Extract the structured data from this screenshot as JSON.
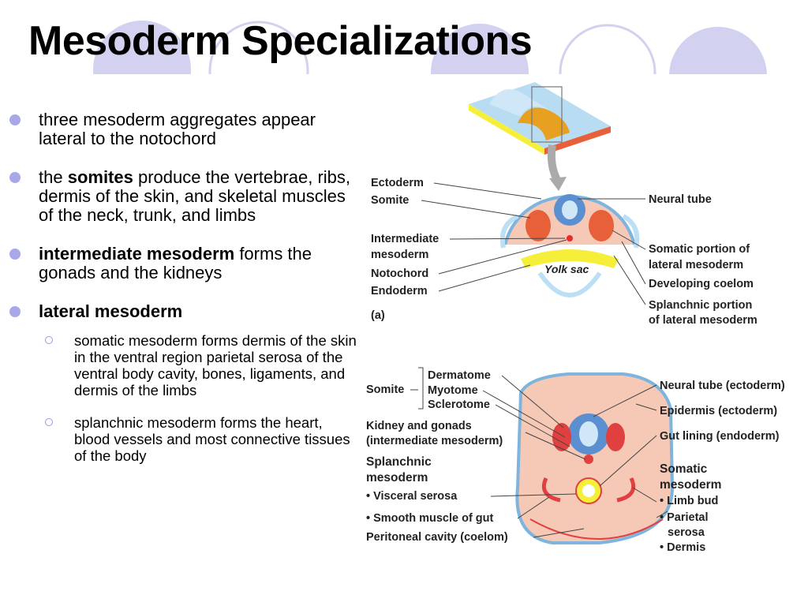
{
  "title": "Mesoderm Specializations",
  "colors": {
    "deco_circle": "#d2d2f0",
    "bullet": "#a8a8e8",
    "ectoderm": "#7fb4dc",
    "mesoderm": "#e8603a",
    "mesoderm_light": "#f6c9b6",
    "endoderm": "#f5ef3a",
    "neural_tube": "#5b8fd0"
  },
  "bullets": [
    {
      "text": "three mesoderm aggregates appear lateral to the notochord"
    },
    {
      "pre": "the ",
      "bold": "somites",
      "post": " produce the vertebrae, ribs, dermis of the skin, and skeletal muscles of the neck, trunk, and limbs"
    },
    {
      "bold": "intermediate mesoderm",
      "post": " forms the gonads and the kidneys"
    },
    {
      "bold": "lateral mesoderm",
      "sub": [
        "somatic mesoderm forms dermis of the skin in the ventral region parietal serosa of the ventral body cavity, bones, ligaments, and dermis of the limbs",
        "splanchnic mesoderm forms the heart, blood vessels and most connective tissues of the body"
      ]
    }
  ],
  "diagram_a": {
    "left_labels": [
      "Ectoderm",
      "Somite",
      "Intermediate",
      "mesoderm",
      "Notochord",
      "Endoderm"
    ],
    "right_labels": [
      "Neural tube",
      "Somatic portion of",
      "lateral mesoderm",
      "Developing coelom",
      "Splanchnic portion",
      "of lateral mesoderm"
    ],
    "yolk_sac": "Yolk sac",
    "panel": "(a)"
  },
  "diagram_b": {
    "somite": "Somite",
    "somite_parts": [
      "Dermatome",
      "Myotome",
      "Sclerotome"
    ],
    "left_labels": [
      "Kidney and gonads",
      "(intermediate mesoderm)"
    ],
    "splanchnic": [
      "Splanchnic",
      "mesoderm"
    ],
    "splanchnic_items": [
      "• Visceral serosa",
      "• Smooth muscle of gut"
    ],
    "peritoneal": "Peritoneal cavity (coelom)",
    "right_labels": [
      "Neural tube (ectoderm)",
      "Epidermis (ectoderm)",
      "Gut lining (endoderm)"
    ],
    "somatic": [
      "Somatic",
      "mesoderm"
    ],
    "somatic_items": [
      "• Limb bud",
      "• Parietal",
      "serosa",
      "• Dermis"
    ]
  }
}
